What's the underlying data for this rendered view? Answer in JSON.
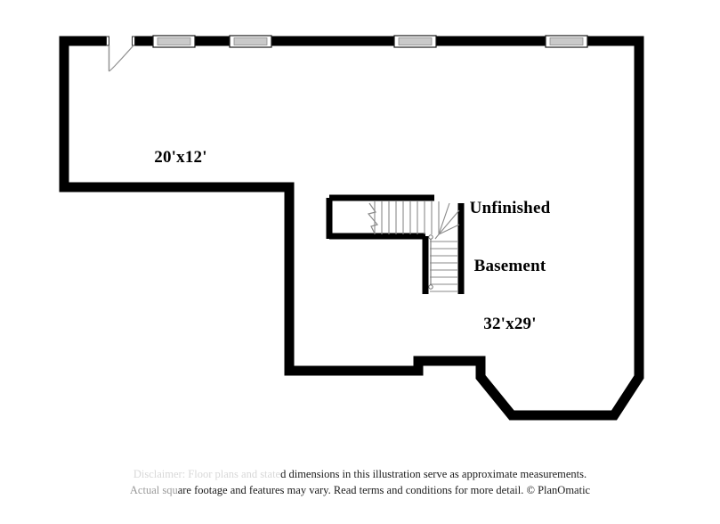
{
  "document": {
    "type": "floor-plan",
    "level": "Basement"
  },
  "labels": {
    "room_a": {
      "name": "room-dimension-label",
      "lines": [
        "20'x12'"
      ],
      "dimensions": "20'x12'"
    },
    "room_b": {
      "name": "unfinished-basement-label",
      "lines": [
        "Unfinished",
        "Basement",
        "32'x29'"
      ],
      "title": "Unfinished Basement",
      "dimensions": "32'x29'"
    }
  },
  "disclaimer": {
    "line1_faded": "Disclaimer: Floor plans and state",
    "line1_visible": "d dimensions in this illustration serve as approximate measurements.",
    "line2_faded": "Actual squ",
    "line2_visible": "are footage and features may vary. Read terms and conditions for more detail. © PlanOmatic",
    "copyright": "© PlanOmatic"
  },
  "features": {
    "windows_count": 4,
    "doors_count": 1,
    "staircase": "L-shaped with winders"
  },
  "colors": {
    "wall": "#000000",
    "background": "#ffffff",
    "window_glass": "#c9c9c9",
    "stair_line": "#8a8a8a",
    "door_swing": "#8f8f8f"
  }
}
